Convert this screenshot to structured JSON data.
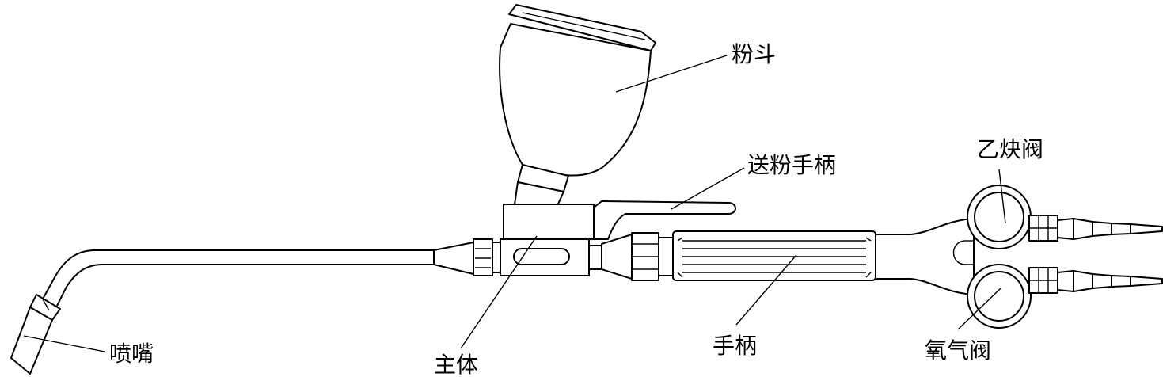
{
  "labels": {
    "powder_hopper": "粉斗",
    "powder_feed_handle": "送粉手柄",
    "acetylene_valve": "乙炔阀",
    "oxygen_valve": "氧气阀",
    "handle": "手柄",
    "main_body": "主体",
    "nozzle": "喷嘴"
  }
}
